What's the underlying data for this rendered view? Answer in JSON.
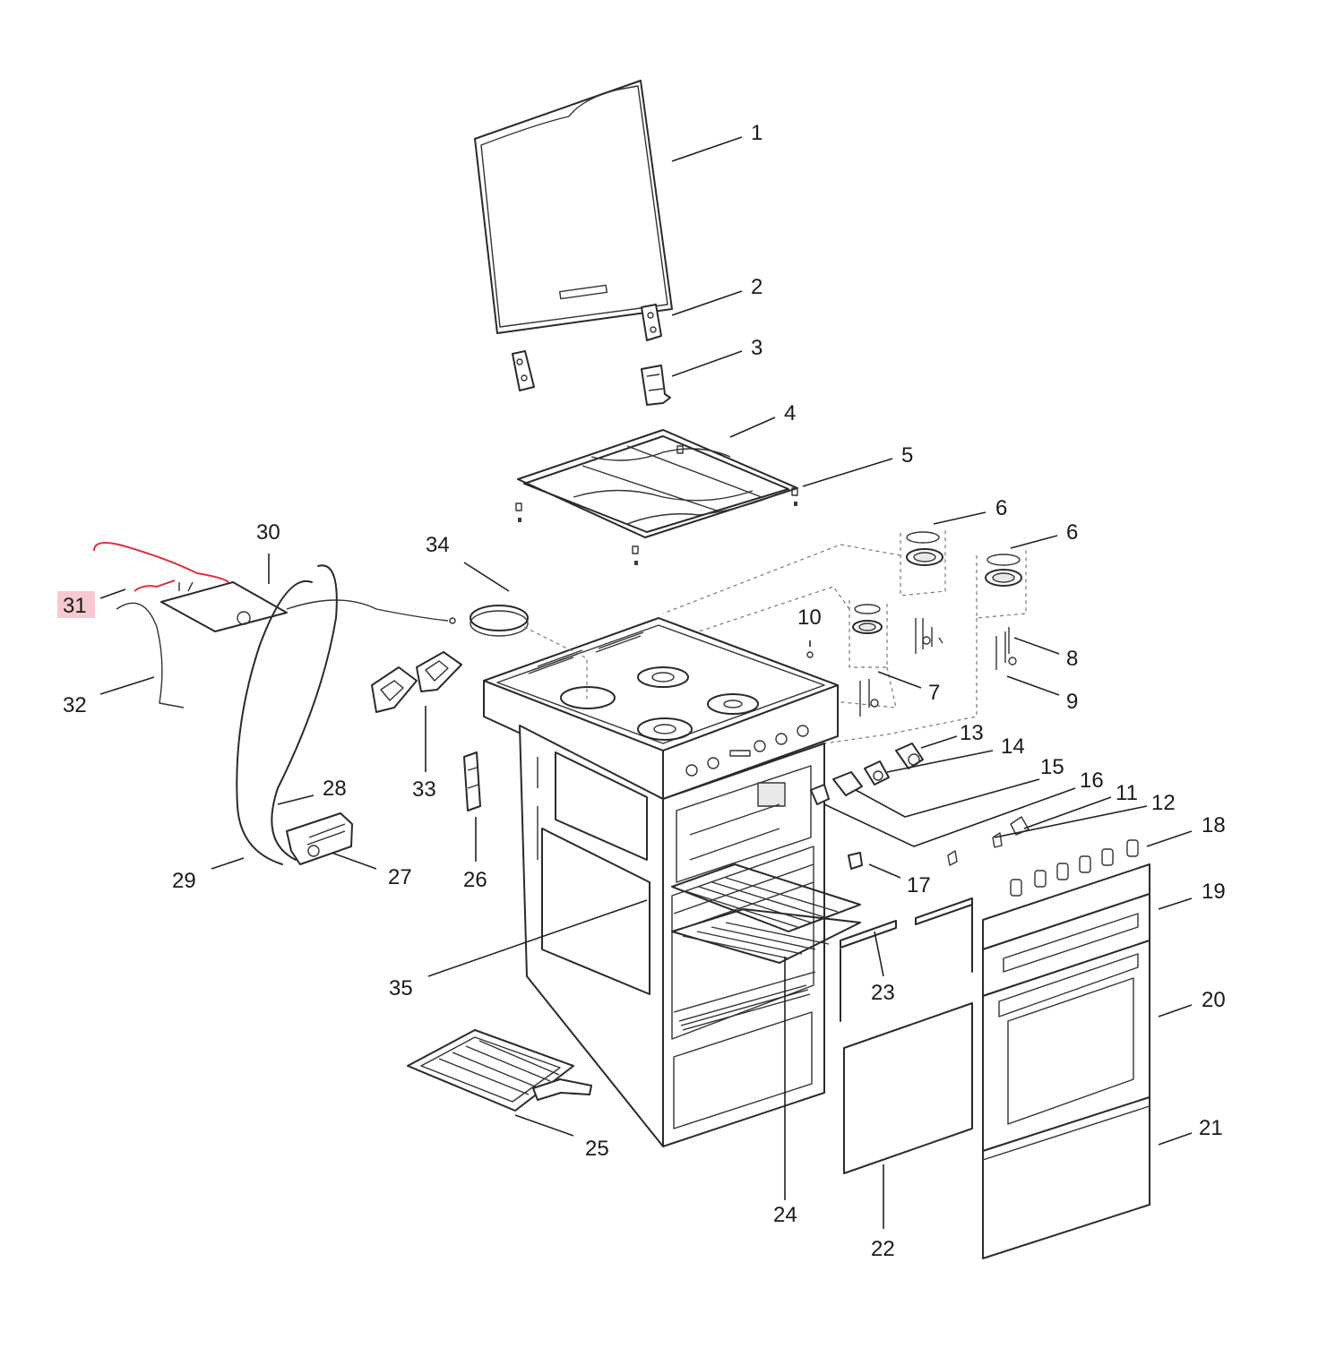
{
  "diagram": {
    "highlight_color": "#f6c9cf",
    "highlight_wire_color": "#d9343f",
    "highlighted_part": "31",
    "parts": [
      {
        "id": "p1",
        "label": "1"
      },
      {
        "id": "p2",
        "label": "2"
      },
      {
        "id": "p3",
        "label": "3"
      },
      {
        "id": "p4",
        "label": "4"
      },
      {
        "id": "p5",
        "label": "5"
      },
      {
        "id": "p6a",
        "label": "6"
      },
      {
        "id": "p6b",
        "label": "6"
      },
      {
        "id": "p7",
        "label": "7"
      },
      {
        "id": "p8",
        "label": "8"
      },
      {
        "id": "p9",
        "label": "9"
      },
      {
        "id": "p10",
        "label": "10"
      },
      {
        "id": "p11",
        "label": "11"
      },
      {
        "id": "p12",
        "label": "12"
      },
      {
        "id": "p13",
        "label": "13"
      },
      {
        "id": "p14",
        "label": "14"
      },
      {
        "id": "p15",
        "label": "15"
      },
      {
        "id": "p16",
        "label": "16"
      },
      {
        "id": "p17",
        "label": "17"
      },
      {
        "id": "p18",
        "label": "18"
      },
      {
        "id": "p19",
        "label": "19"
      },
      {
        "id": "p20",
        "label": "20"
      },
      {
        "id": "p21",
        "label": "21"
      },
      {
        "id": "p22",
        "label": "22"
      },
      {
        "id": "p23",
        "label": "23"
      },
      {
        "id": "p24",
        "label": "24"
      },
      {
        "id": "p25",
        "label": "25"
      },
      {
        "id": "p26",
        "label": "26"
      },
      {
        "id": "p27",
        "label": "27"
      },
      {
        "id": "p28",
        "label": "28"
      },
      {
        "id": "p29",
        "label": "29"
      },
      {
        "id": "p30",
        "label": "30"
      },
      {
        "id": "p31",
        "label": "31"
      },
      {
        "id": "p32",
        "label": "32"
      },
      {
        "id": "p33",
        "label": "33"
      },
      {
        "id": "p34",
        "label": "34"
      },
      {
        "id": "p35",
        "label": "35"
      }
    ]
  }
}
